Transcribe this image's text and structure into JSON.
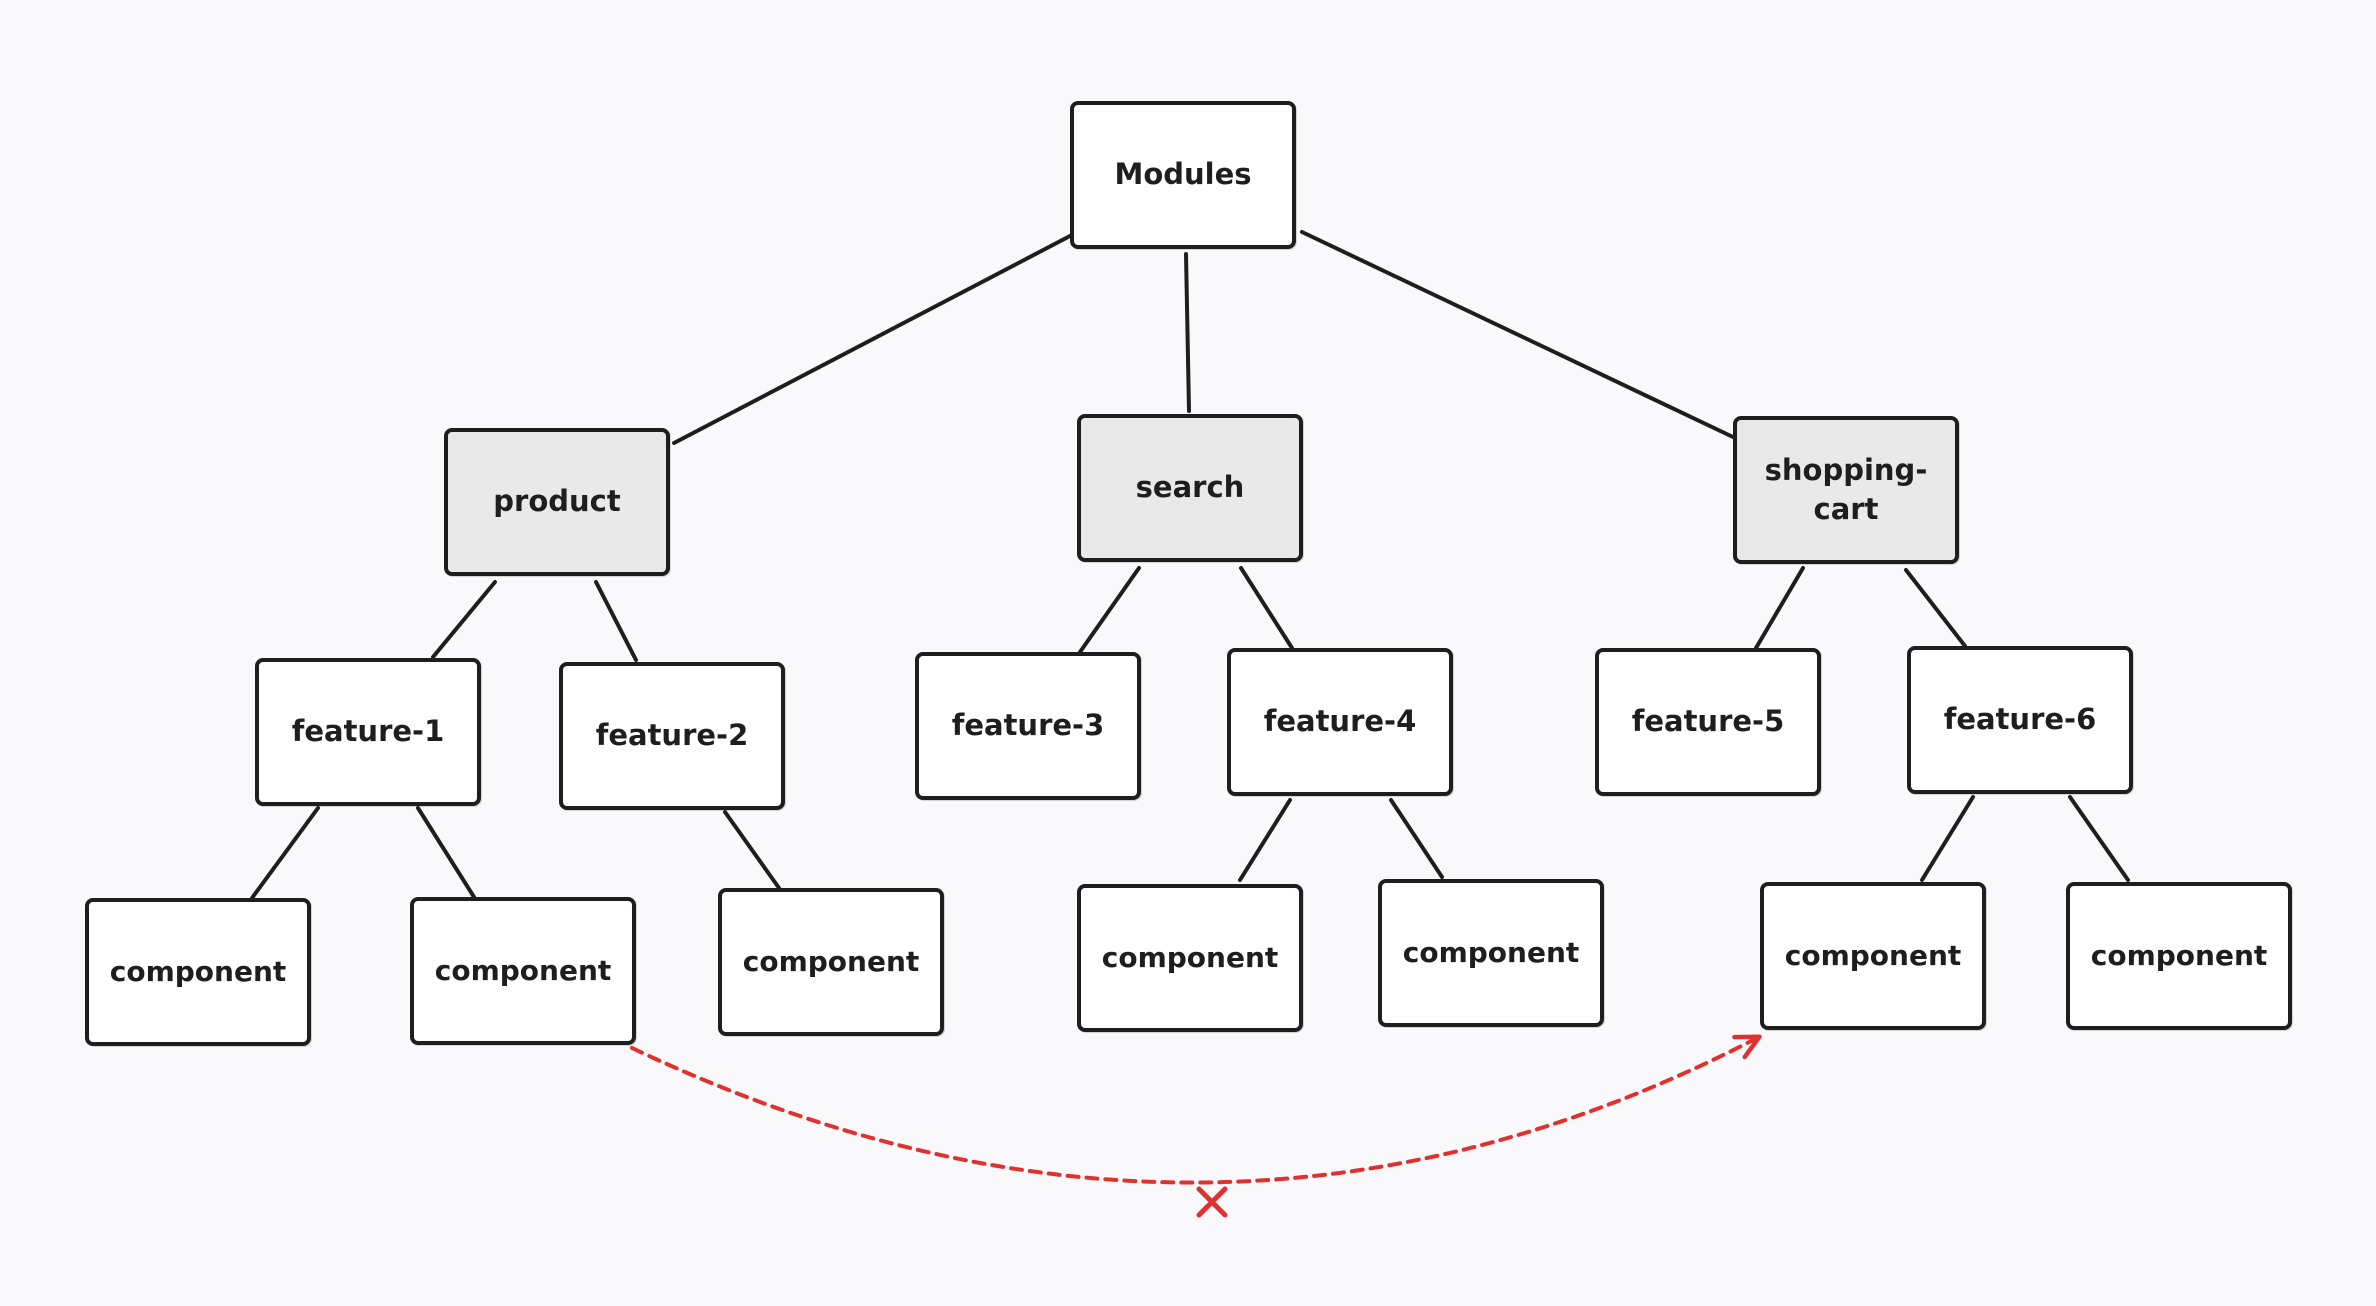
{
  "diagram": {
    "root": {
      "id": "modules",
      "label": "Modules"
    },
    "modules": [
      {
        "id": "product",
        "label": "product"
      },
      {
        "id": "search",
        "label": "search"
      },
      {
        "id": "shopping_cart",
        "label": "shopping-\ncart"
      }
    ],
    "features": [
      {
        "id": "feature_1",
        "label": "feature-1",
        "parent": "product"
      },
      {
        "id": "feature_2",
        "label": "feature-2",
        "parent": "product"
      },
      {
        "id": "feature_3",
        "label": "feature-3",
        "parent": "search"
      },
      {
        "id": "feature_4",
        "label": "feature-4",
        "parent": "search"
      },
      {
        "id": "feature_5",
        "label": "feature-5",
        "parent": "shopping_cart"
      },
      {
        "id": "feature_6",
        "label": "feature-6",
        "parent": "shopping_cart"
      }
    ],
    "components": [
      {
        "id": "component_1",
        "label": "component",
        "parent": "feature_1"
      },
      {
        "id": "component_2",
        "label": "component",
        "parent": "feature_1"
      },
      {
        "id": "component_3",
        "label": "component",
        "parent": "feature_2"
      },
      {
        "id": "component_4",
        "label": "component",
        "parent": "feature_4"
      },
      {
        "id": "component_5",
        "label": "component",
        "parent": "feature_4"
      },
      {
        "id": "component_6",
        "label": "component",
        "parent": "feature_6"
      },
      {
        "id": "component_7",
        "label": "component",
        "parent": "feature_6"
      }
    ],
    "forbidden_dependency": {
      "from": "component_2",
      "to": "component_6",
      "style": "dashed",
      "marker": "cross"
    },
    "colors": {
      "background": "#f9f9fb",
      "stroke": "#1e1e1e",
      "node_fill": "#ffffff",
      "module_fill": "#e9e9e9",
      "forbidden_arrow": "#e03131"
    }
  }
}
